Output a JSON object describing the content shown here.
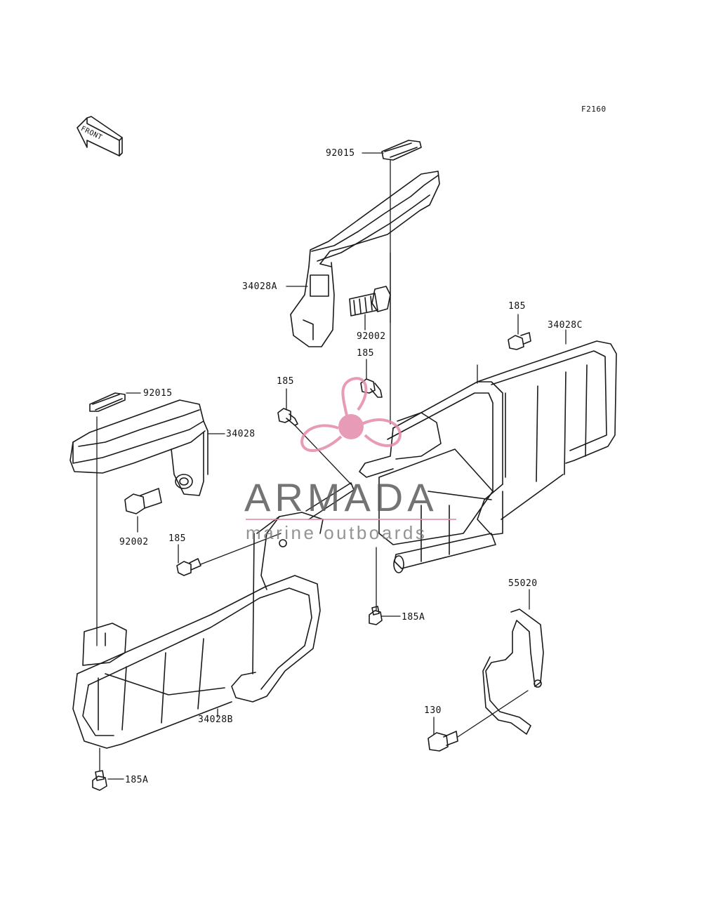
{
  "diagram": {
    "code": "F2160",
    "front_label": "FRONT",
    "labels": [
      {
        "id": "lbl-92015-top",
        "text": "92015"
      },
      {
        "id": "lbl-34028a",
        "text": "34028A"
      },
      {
        "id": "lbl-92002-top",
        "text": "92002"
      },
      {
        "id": "lbl-185-right-top",
        "text": "185"
      },
      {
        "id": "lbl-34028c",
        "text": "34028C"
      },
      {
        "id": "lbl-185-center",
        "text": "185"
      },
      {
        "id": "lbl-185-left-upper",
        "text": "185"
      },
      {
        "id": "lbl-92015-left",
        "text": "92015"
      },
      {
        "id": "lbl-34028",
        "text": "34028"
      },
      {
        "id": "lbl-92002-left",
        "text": "92002"
      },
      {
        "id": "lbl-185-left-lower",
        "text": "185"
      },
      {
        "id": "lbl-55020",
        "text": "55020"
      },
      {
        "id": "lbl-185a-right",
        "text": "185A"
      },
      {
        "id": "lbl-34028b",
        "text": "34028B"
      },
      {
        "id": "lbl-130",
        "text": "130"
      },
      {
        "id": "lbl-185a-left",
        "text": "185A"
      }
    ]
  },
  "watermark": {
    "title": "ARMADA",
    "subtitle": "marine outboards",
    "logo_color": "#e48aaa"
  }
}
